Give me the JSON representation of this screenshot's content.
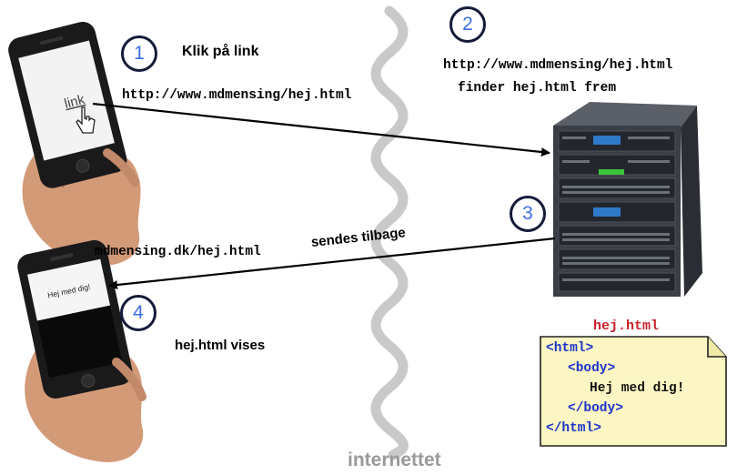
{
  "steps": [
    {
      "number": "1",
      "caption": "Klik på link"
    },
    {
      "number": "2",
      "caption": "finder hej.html frem"
    },
    {
      "number": "3",
      "caption": "sendes tilbage"
    },
    {
      "number": "4",
      "caption": "hej.html vises"
    }
  ],
  "phone_top": {
    "screen_text": "link"
  },
  "phone_bottom": {
    "screen_text": "Hej med dig!"
  },
  "urls": {
    "request_url": "http://www.mdmensing/hej.html",
    "server_url": "http://www.mdmensing/hej.html",
    "response_url": "mdmensing.dk/hej.html"
  },
  "network_label": "internettet",
  "code_note": {
    "filename": "hej.html",
    "lines": [
      {
        "open": "<html>"
      },
      {
        "open": "<body>"
      },
      {
        "text": "Hej med dig!"
      },
      {
        "open": "</body>"
      },
      {
        "open": "</html>"
      }
    ]
  },
  "colors": {
    "step_number": "#3a6fe0",
    "filename": "#c8202a",
    "html_tag": "#1a33c8",
    "note_background": "#fbf6c3",
    "wave": "#c9c9c9"
  }
}
